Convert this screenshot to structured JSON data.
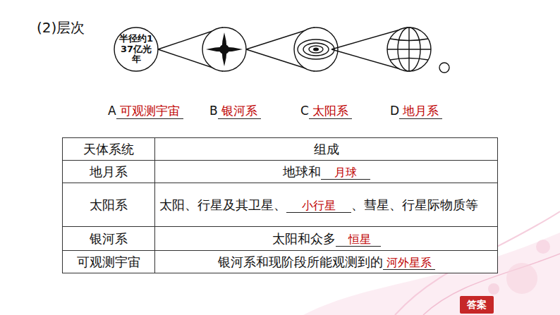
{
  "diagram": {
    "title": "(2)层次",
    "nodes": [
      {
        "text": [
          "半径约137亿光年"
        ]
      },
      {
        "text": [
          "答案"
        ]
      }
    ],
    "labels": [
      "A",
      "可观测宇宙",
      "B",
      "银河系",
      "C",
      "太阳系",
      "D",
      "地月系",
      "天体系统",
      "组成",
      "地月系",
      "地球和",
      "月球",
      "太阳系",
      "太阳、行星及其卫星、",
      "小行星",
      "、彗星、行星际物质等",
      "银河系",
      "太阳和众多",
      "恒星",
      "可观测宇宙",
      "银河系和现阶段所能观测到的",
      "河外星系"
    ]
  }
}
